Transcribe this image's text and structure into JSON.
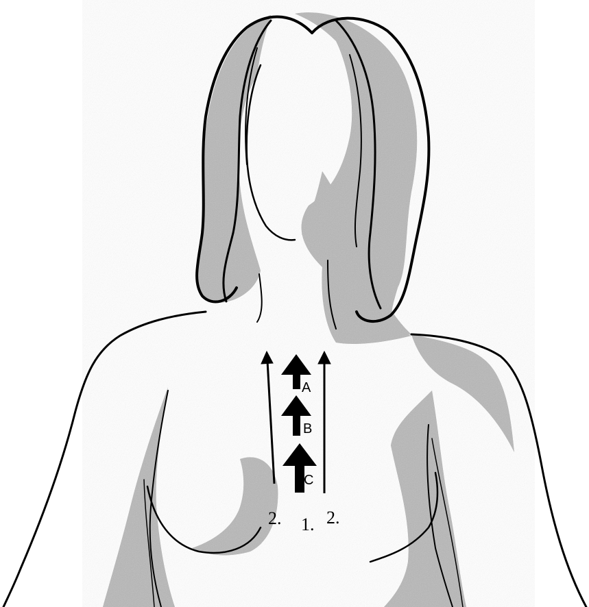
{
  "colors": {
    "ink": "#000000",
    "shade": "#9a9a9a",
    "paper": "#ffffff"
  },
  "labels": {
    "arrow_a": "A",
    "arrow_b": "B",
    "arrow_c": "C",
    "left_line": "2.",
    "center_line": "1.",
    "right_line": "2."
  }
}
